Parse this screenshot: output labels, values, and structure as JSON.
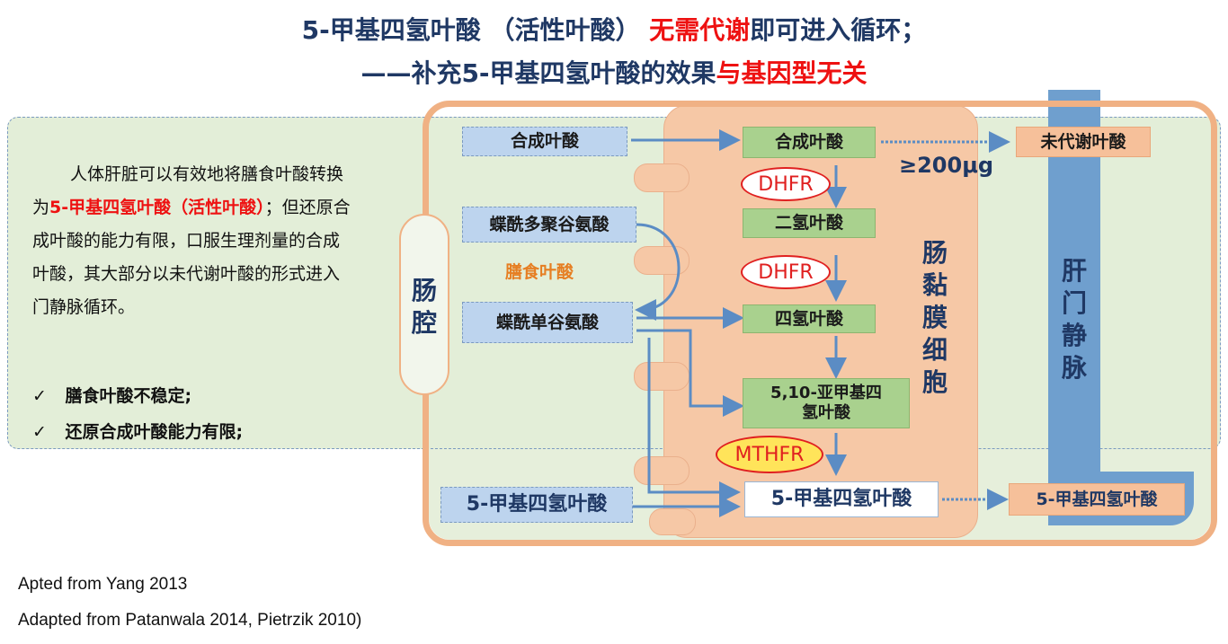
{
  "title": {
    "line1_part1": "5-甲基四氢叶酸 （活性叶酸）",
    "line1_red": "无需代谢",
    "line1_part2": "即可进入循环；",
    "line2_part1": "——补充5-甲基四氢叶酸的效果",
    "line2_red": "与基因型无关"
  },
  "left_text": {
    "para_part1": "人体肝脏可以有效地将膳食叶酸转换为",
    "para_red": "5-甲基四氢叶酸（活性叶酸）",
    "para_part2": "；但还原合成叶酸的能力有限，口服生理剂量的合成叶酸，其大部分以未代谢叶酸的形式进入门静脉循环。",
    "bullet_mark": "✓",
    "bullet1": "膳食叶酸不稳定;",
    "bullet2": "还原合成叶酸能力有限;"
  },
  "regions": {
    "lumen": "肠腔",
    "mucosa": "肠黏膜细胞",
    "portal_vein": "肝门静脉"
  },
  "lumen_items": {
    "synthetic_folate": "合成叶酸",
    "polyglutamate": "蝶酰多聚谷氨酸",
    "dietary_folate": "膳食叶酸",
    "monoglutamate": "蝶酰单谷氨酸",
    "mthf_supplement": "5-甲基四氢叶酸"
  },
  "cell_items": {
    "synthetic_folate": "合成叶酸",
    "dhf": "二氢叶酸",
    "thf": "四氢叶酸",
    "methylene_thf": "5,10-亚甲基四氢叶酸",
    "mthf": "5-甲基四氢叶酸"
  },
  "enzymes": {
    "dhfr1": "DHFR",
    "dhfr2": "DHFR",
    "mthfr": "MTHFR"
  },
  "threshold": "≥200μg",
  "blood_items": {
    "unmetabolized": "未代谢叶酸",
    "mthf": "5-甲基四氢叶酸"
  },
  "footnotes": {
    "line1": "Apted from Yang 2013",
    "line2": "Adapted from Patanwala 2014, Pietrzik 2010)"
  },
  "colors": {
    "title_blue": "#1f3864",
    "accent_red": "#ee1111",
    "dietary_orange": "#e67e22",
    "arrow_blue": "#5b8cc4"
  }
}
